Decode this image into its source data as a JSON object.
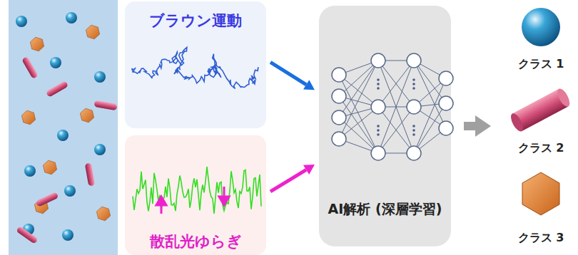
{
  "diagram": {
    "nodes": [
      {
        "text": [
          "ブラウン運動"
        ]
      },
      {
        "text": [
          "散乱光ゆらぎ"
        ]
      },
      {
        "text": [
          "AI解析 (深層学習)"
        ]
      },
      {
        "text": [
          "クラス 1"
        ]
      },
      {
        "text": [
          "クラス 2"
        ]
      },
      {
        "text": [
          "クラス 3"
        ]
      }
    ],
    "edges": [
      {
        "from": 0,
        "to": 2,
        "arrow": "to"
      },
      {
        "from": 1,
        "to": 2,
        "arrow": "to"
      },
      {
        "from": 2,
        "to": 4,
        "arrow": "to"
      }
    ]
  }
}
